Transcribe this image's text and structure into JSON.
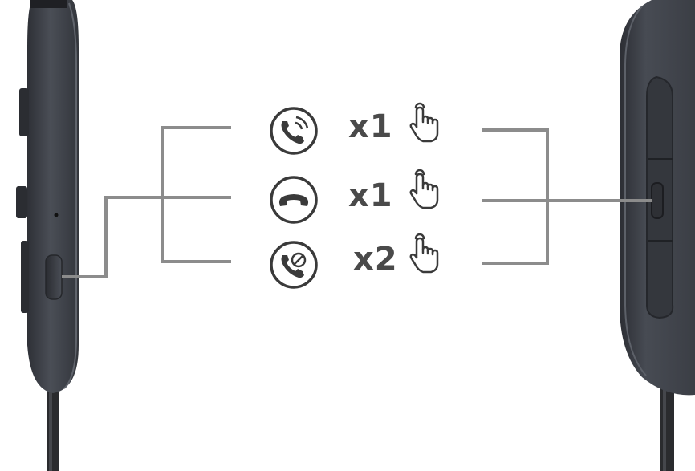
{
  "colors": {
    "device_body": "#3d4047",
    "device_edge": "#2b2d33",
    "device_highlight": "#5a5e66",
    "cable": "#2a2b2e",
    "connector_line": "#8c8c8c",
    "icon": "#3a3a3a",
    "text": "#4a4a4a"
  },
  "legend": {
    "rows": [
      {
        "action_icon": "incoming-call-icon",
        "count_label": "x1",
        "gesture_icon": "finger-press-icon"
      },
      {
        "action_icon": "hang-up-icon",
        "count_label": "x1",
        "gesture_icon": "finger-press-icon"
      },
      {
        "action_icon": "reject-call-icon",
        "count_label": "x2",
        "gesture_icon": "finger-press-icon"
      }
    ]
  }
}
